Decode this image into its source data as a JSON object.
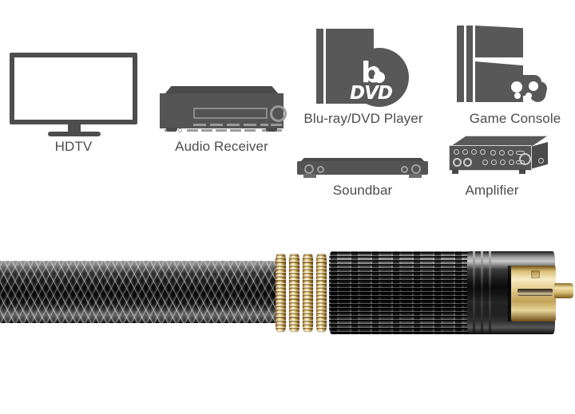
{
  "page": {
    "title": "Optical Toslink Audio Cable - Compatible Devices",
    "background_color": "#ffffff",
    "icon_color": "#585858",
    "label_color": "#4d4d4d"
  },
  "devices": [
    {
      "id": "hdtv",
      "label": "HDTV",
      "icon": "hdtv-icon"
    },
    {
      "id": "receiver",
      "label": "Audio Receiver",
      "icon": "audio-receiver-icon"
    },
    {
      "id": "bluray",
      "label": "Blu-ray/DVD Player",
      "icon": "bluray-dvd-player-icon",
      "disc_text_primary": "b",
      "disc_text_secondary": "DVD"
    },
    {
      "id": "console",
      "label": "Game Console",
      "icon": "game-console-icon"
    },
    {
      "id": "soundbar",
      "label": "Soundbar",
      "icon": "soundbar-icon"
    },
    {
      "id": "amplifier",
      "label": "Amplifier",
      "icon": "amplifier-icon"
    }
  ],
  "product": {
    "name": "braided-optical-toslink-cable",
    "jacket": "black nylon braided sleeve",
    "rings": "four gold knurled rings",
    "barrel": "black chrome knurled metal barrel",
    "connector_tip": "gold-plated Toslink optical connector",
    "colors": {
      "gold": "#e8ce85",
      "gold_dark": "#6d4e14",
      "metal_dark": "#0a0a0a",
      "metal_highlight": "#c9c9c9"
    }
  }
}
